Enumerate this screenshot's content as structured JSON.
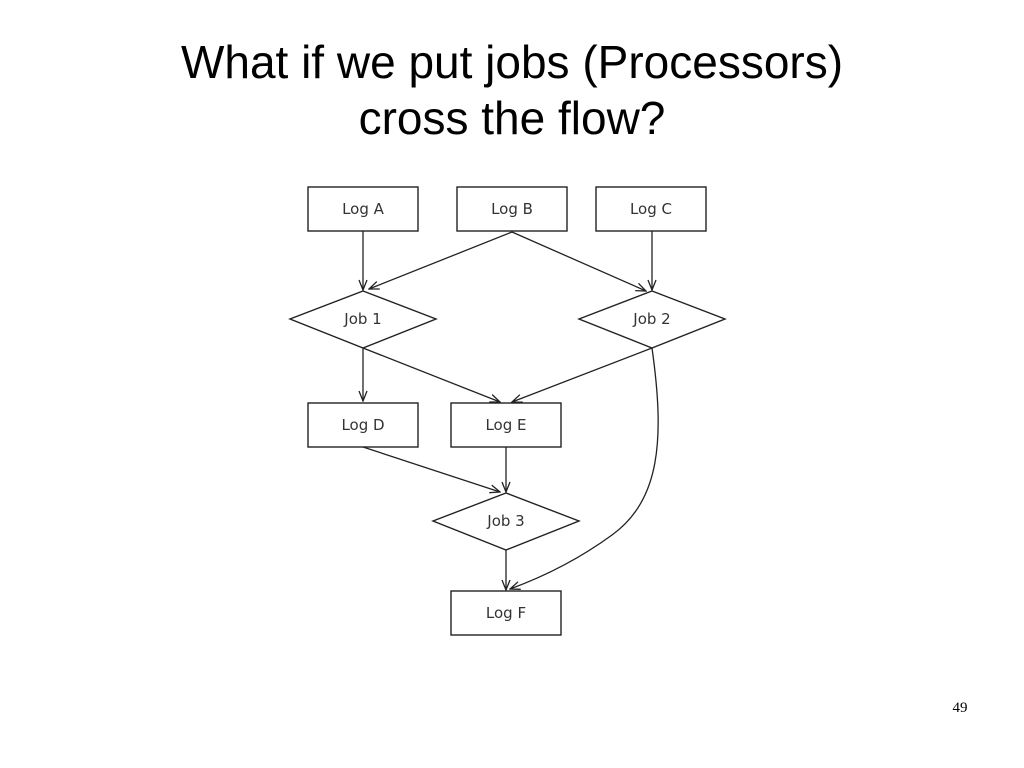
{
  "slide": {
    "title_line1": "What if we put jobs (Processors)",
    "title_line2": "cross the flow?",
    "page_number": "49"
  },
  "diagram": {
    "nodes": {
      "log_a": "Log A",
      "log_b": "Log B",
      "log_c": "Log C",
      "job_1": "Job 1",
      "job_2": "Job 2",
      "log_d": "Log D",
      "log_e": "Log E",
      "job_3": "Job 3",
      "log_f": "Log F"
    },
    "edges": [
      {
        "from": "Log A",
        "to": "Job 1"
      },
      {
        "from": "Log B",
        "to": "Job 1"
      },
      {
        "from": "Log B",
        "to": "Job 2"
      },
      {
        "from": "Log C",
        "to": "Job 2"
      },
      {
        "from": "Job 1",
        "to": "Log D"
      },
      {
        "from": "Job 1",
        "to": "Log E"
      },
      {
        "from": "Job 2",
        "to": "Log E"
      },
      {
        "from": "Job 2",
        "to": "Log F"
      },
      {
        "from": "Log D",
        "to": "Job 3"
      },
      {
        "from": "Log E",
        "to": "Job 3"
      },
      {
        "from": "Job 3",
        "to": "Log F"
      }
    ]
  }
}
